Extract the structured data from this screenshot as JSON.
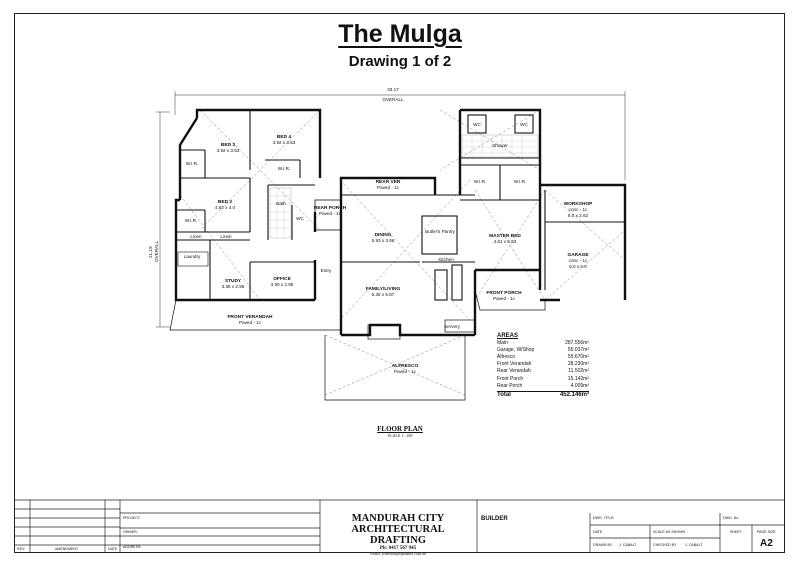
{
  "title": "The Mulga",
  "subtitle": "Drawing  1 of 2",
  "dimensions": {
    "overall_width": "33.17",
    "overall_width_label": "OVERALL",
    "overall_depth": "21.19",
    "overall_depth_label": "OVERALL"
  },
  "rooms": {
    "bed3": {
      "name": "BED 3",
      "size": "3.92 x 3.53"
    },
    "bed4": {
      "name": "BED 4",
      "size": "3.92 x 3.53"
    },
    "bed2": {
      "name": "BED 2",
      "size": "4.62 x 4.0"
    },
    "wir_bed3": "W.I.R.",
    "wir_bed4": "W.I.R.",
    "wir_bed2": "W.I.R.",
    "bath": "Bath",
    "wc_left": "WC",
    "linen1": "Linen",
    "linen2": "Linen",
    "laundry": "Laundry",
    "study": {
      "name": "STUDY",
      "size": "3.36 x 2.95"
    },
    "office": {
      "name": "OFFICE",
      "size": "3.90 x 2.95"
    },
    "rear_porch": {
      "name": "REAR PORCH",
      "finish": "Paved - 1c"
    },
    "entry": "Entry",
    "rear_ver": {
      "name": "REAR VER",
      "finish": "Paved - 1c"
    },
    "dining": {
      "name": "DINING",
      "size": "5.93 x 3.66"
    },
    "butlers_pantry": "Butler's Pantry",
    "kitchen": "Kitchen",
    "family": {
      "name": "FAMILY/LIVING",
      "size": "6.35 x 5.87"
    },
    "master": {
      "name": "MASTER BED",
      "size": "4.61 x 5.53"
    },
    "wir_master1": "W.I.R.",
    "wir_master2": "W.I.R.",
    "ensuite_wc1": "WC",
    "ensuite_wc2": "WC",
    "shower": "Shower",
    "workshop": {
      "name": "WORKSHOP",
      "finish": "conc - 1c",
      "size": "6.0 x 2.62"
    },
    "garage": {
      "name": "GARAGE",
      "finish": "conc - 1c",
      "size": "6.0 x 6.0"
    },
    "front_porch": {
      "name": "FRONT PORCH",
      "finish": "Paved - 1c"
    },
    "front_verandah": {
      "name": "FRONT VERANDAH",
      "finish": "Paved - 1c"
    },
    "servery": "Servery",
    "alfresco": {
      "name": "ALFRESCO",
      "finish": "Paved - 1c"
    }
  },
  "floor_plan": {
    "title": "FLOOR PLAN",
    "scale": "SCALE 1 : 100"
  },
  "areas": {
    "heading": "AREAS",
    "rows": [
      {
        "label": "Main",
        "value": "287.556m²"
      },
      {
        "label": "Garage, W/Shop",
        "value": "55.037m²"
      },
      {
        "label": "Alfresco",
        "value": "55.670m²"
      },
      {
        "label": "Front Verandah",
        "value": "28.230m²"
      },
      {
        "label": "Rear Verandah",
        "value": "11.502m²"
      },
      {
        "label": "Front Porch",
        "value": "15.142m²"
      },
      {
        "label": "Rear Porch",
        "value": "4.009m²"
      }
    ],
    "total_label": "Total",
    "total_value": "452.146m²"
  },
  "title_block": {
    "project_label": "PROJECT:",
    "owner_label": "OWNER:",
    "address_label": "ADDRESS:",
    "rev_label": "REV:",
    "amendment_label": "AMENDMENT",
    "date_label": "DATE",
    "firm_name_line1": "MANDURAH CITY",
    "firm_name_line2": "ARCHITECTURAL DRAFTING",
    "phone": "Ph: 0417 567 945",
    "email": "Email: jcherattd@optusnet.com.au",
    "builder_label": "BUILDER",
    "dwg_title_label": "DWG. TITLE:",
    "dwg_no_label": "DWG. No.",
    "date2_label": "DATE",
    "scale_label": "SCALE AS SHOWN",
    "sheet_label": "SHEET",
    "page_size_label": "PAGE SIZE",
    "page_size": "A2",
    "drawn_by_label": "DRAWN BY",
    "drawn_by": "J. CABALT",
    "checked_by_label": "CHECKED BY",
    "checked_by": "J. CABALT"
  }
}
